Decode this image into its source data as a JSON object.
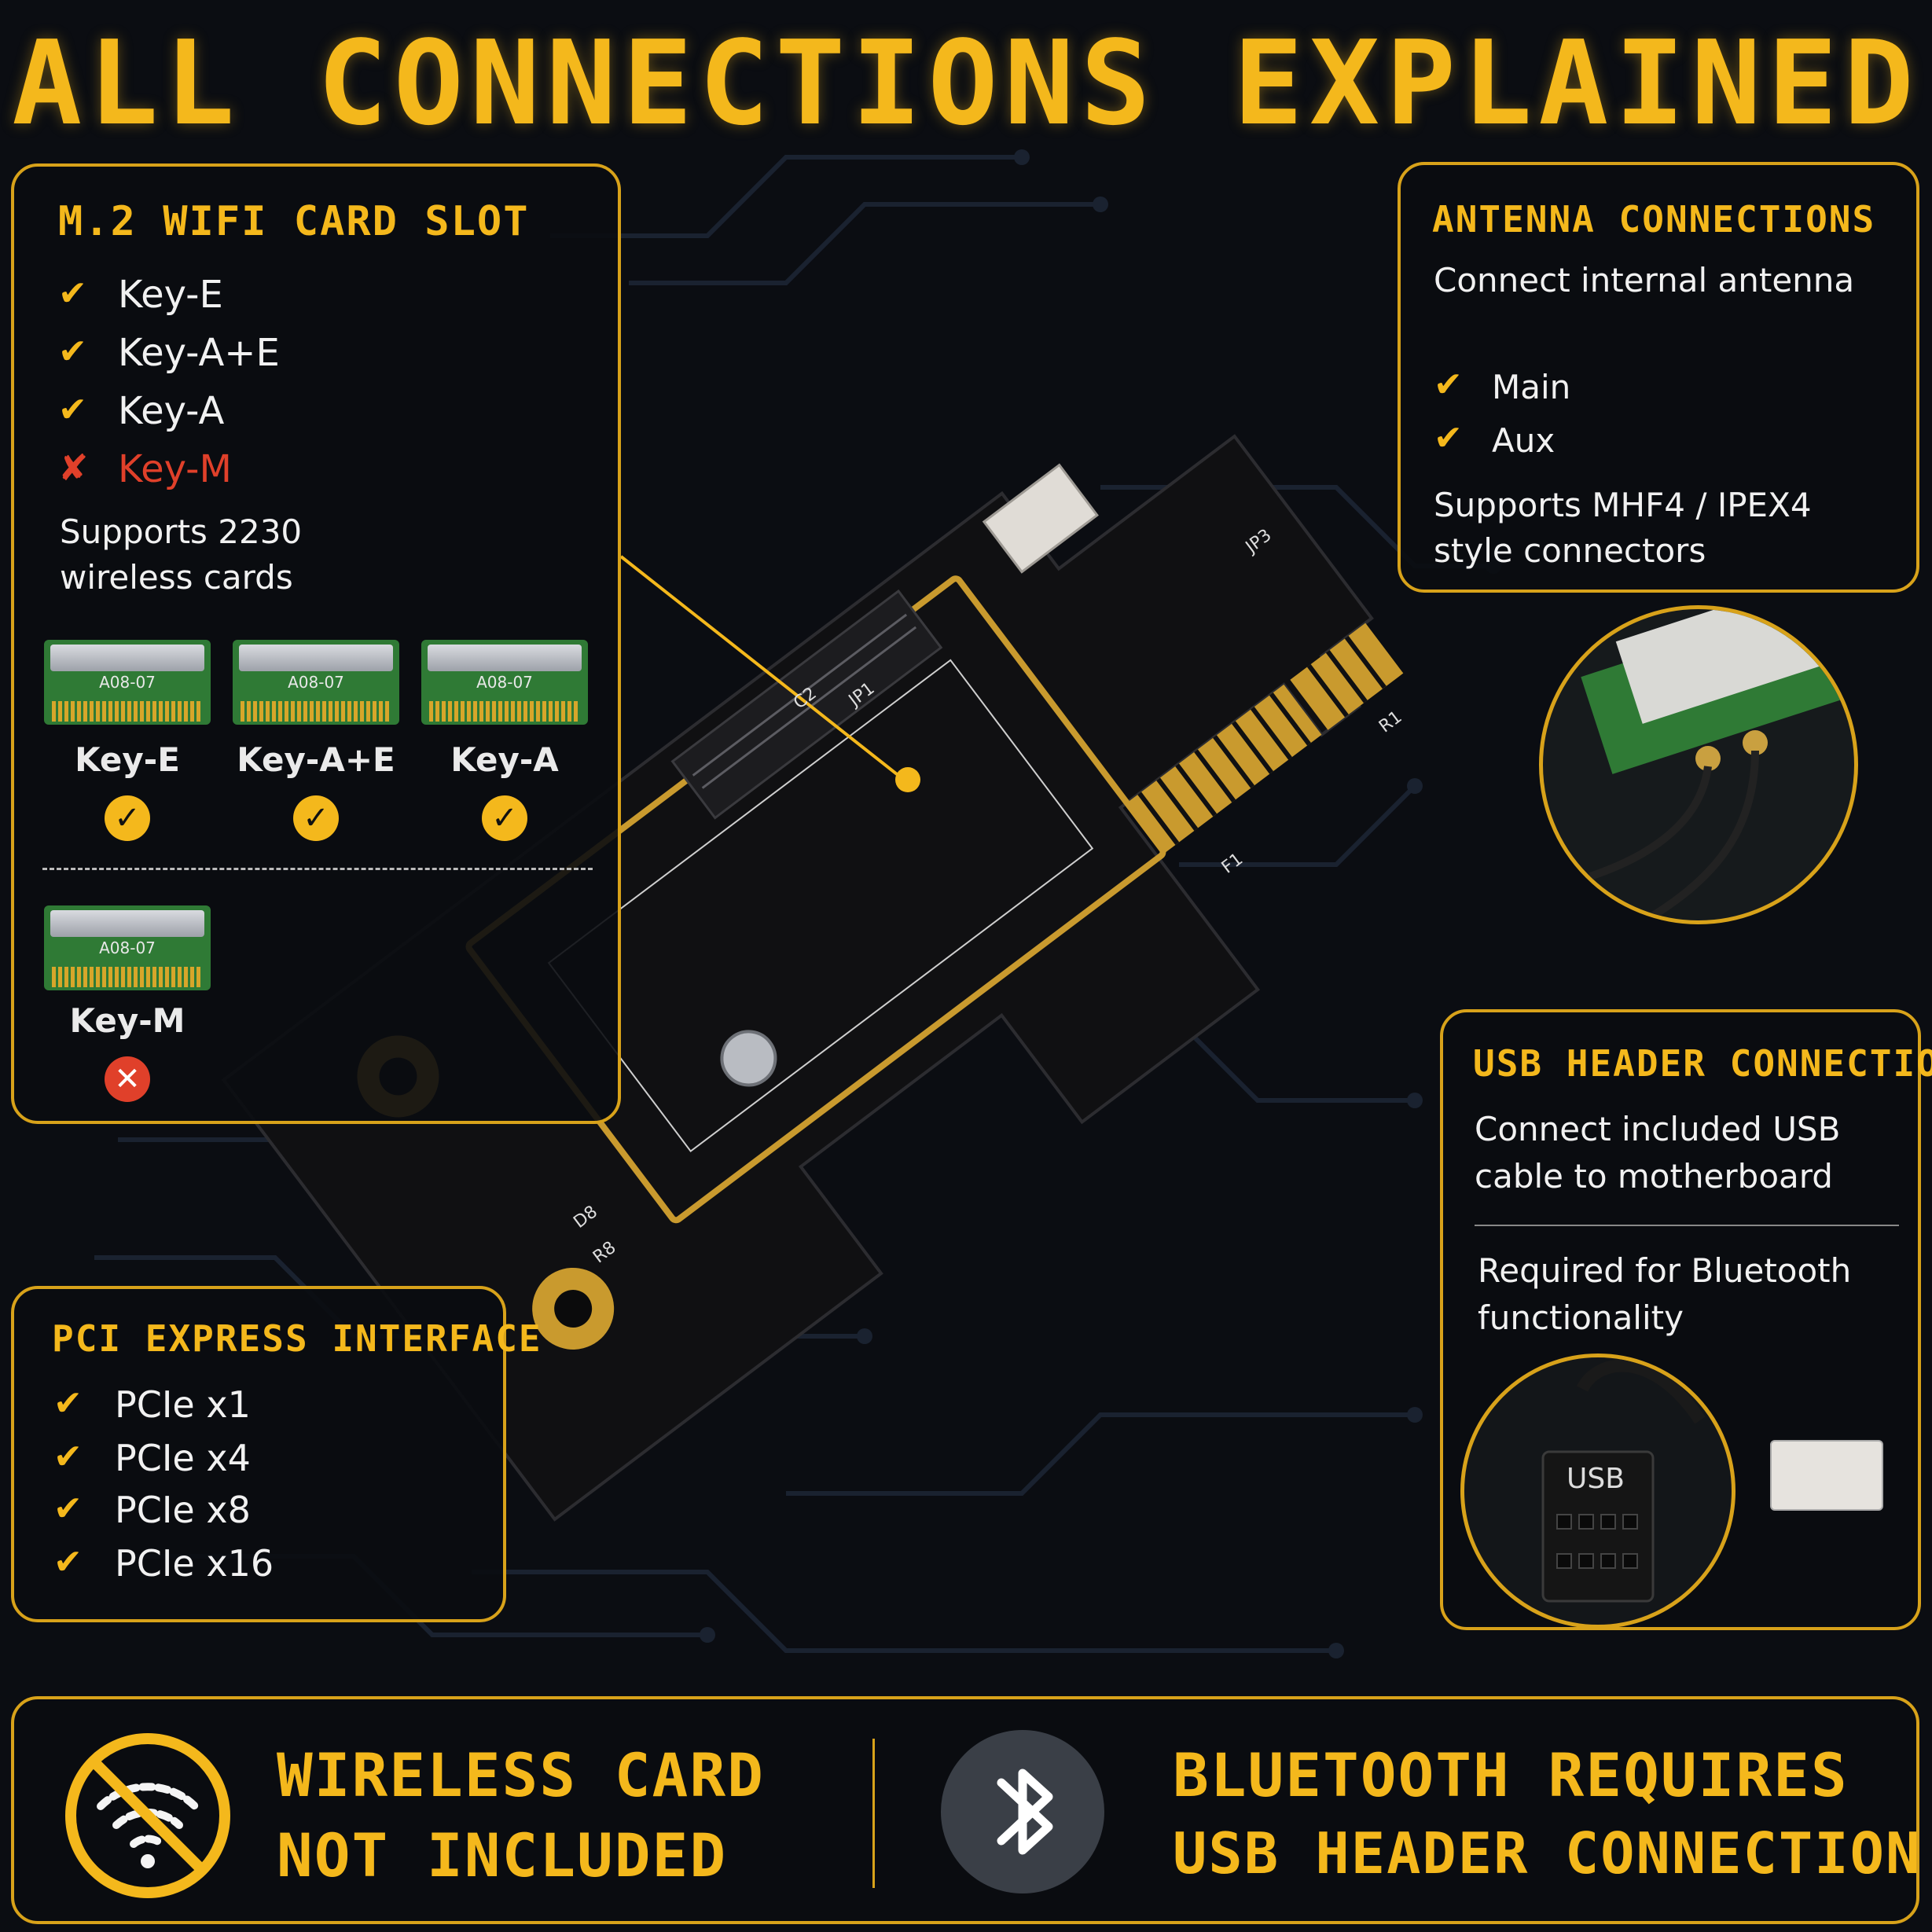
{
  "title": "ALL CONNECTIONS EXPLAINED",
  "colors": {
    "accent": "#f4b81c",
    "background": "#0b0d12",
    "warning": "#e0402a",
    "pcb": "#111111",
    "gold_trace": "#c99a2e"
  },
  "m2_slot": {
    "heading": "M.2 WIFI CARD SLOT",
    "keys": [
      {
        "label": "Key-E",
        "supported": true
      },
      {
        "label": "Key-A+E",
        "supported": true
      },
      {
        "label": "Key-A",
        "supported": true
      },
      {
        "label": "Key-M",
        "supported": false
      }
    ],
    "note_line1": "Supports 2230",
    "note_line2": "wireless cards",
    "card_text": "A08-07",
    "cards": [
      {
        "label": "Key-E",
        "supported": true
      },
      {
        "label": "Key-A+E",
        "supported": true
      },
      {
        "label": "Key-A",
        "supported": true
      },
      {
        "label": "Key-M",
        "supported": false
      }
    ]
  },
  "antenna": {
    "heading": "ANTENNA CONNECTIONS",
    "subtitle": "Connect internal antenna",
    "items": [
      "Main",
      "Aux"
    ],
    "note_line1": "Supports MHF4 / IPEX4",
    "note_line2": "style connectors"
  },
  "usb": {
    "heading": "USB HEADER CONNECTION",
    "line1": "Connect included USB",
    "line2": "cable to motherboard",
    "line3": "Required for Bluetooth",
    "line4": "functionality",
    "connector_label": "USB"
  },
  "pcie": {
    "heading": "PCI EXPRESS INTERFACE",
    "items": [
      "PCIe x1",
      "PCIe x4",
      "PCIe x8",
      "PCIe x16"
    ]
  },
  "board": {
    "labels": [
      "JP1",
      "JP3",
      "F1",
      "R1",
      "D8",
      "R8",
      "C2"
    ]
  },
  "footer": {
    "left_line1": "WIRELESS CARD",
    "left_line2": "NOT INCLUDED",
    "right_line1": "BLUETOOTH REQUIRES",
    "right_line2": "USB HEADER CONNECTION",
    "left_icon": "no-wifi-icon",
    "right_icon": "bluetooth-icon"
  }
}
